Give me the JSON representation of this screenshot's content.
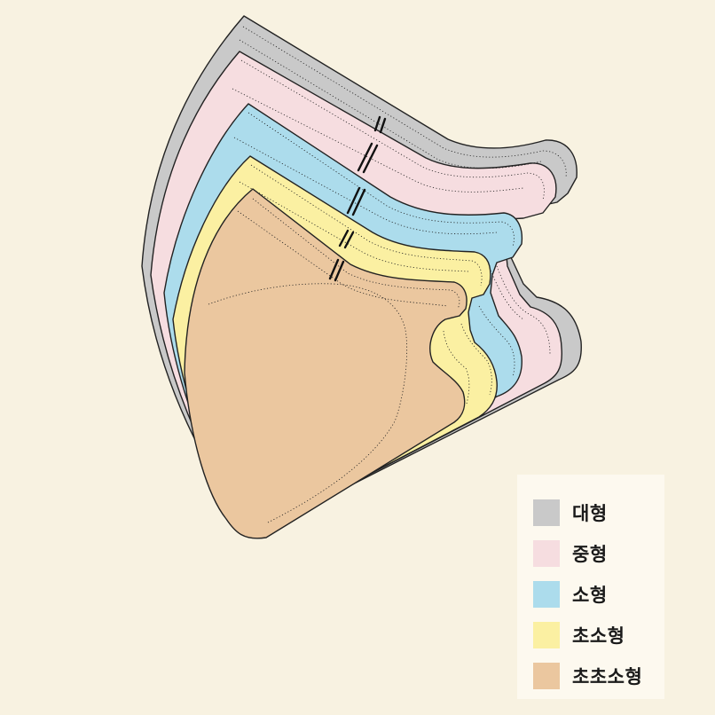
{
  "legend": {
    "items": [
      {
        "label": "대형",
        "color": "#c9c9c9"
      },
      {
        "label": "중형",
        "color": "#f6dde0"
      },
      {
        "label": "소형",
        "color": "#acdcec"
      },
      {
        "label": "초소형",
        "color": "#fbf0a2"
      },
      {
        "label": "초초소형",
        "color": "#ebc79f"
      }
    ]
  },
  "colors": {
    "background": "#f8f2e1",
    "outline": "#222222"
  }
}
